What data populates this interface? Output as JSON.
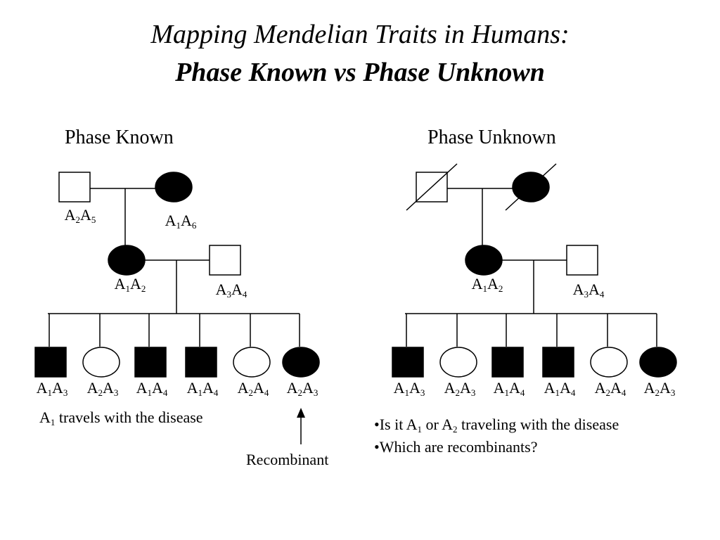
{
  "title": {
    "line1": "Mapping Mendelian Traits in Humans:",
    "line2": "Phase Known vs Phase Unknown"
  },
  "left": {
    "heading": "Phase Known",
    "grandfather": {
      "sex": "male",
      "affected": false,
      "deceased": false,
      "a": "2",
      "b": "5"
    },
    "grandmother": {
      "sex": "female",
      "affected": true,
      "deceased": false,
      "a": "1",
      "b": "6"
    },
    "mother": {
      "sex": "female",
      "affected": true,
      "a": "1",
      "b": "2"
    },
    "father": {
      "sex": "male",
      "affected": false,
      "a": "3",
      "b": "4"
    },
    "children": [
      {
        "sex": "male",
        "affected": true,
        "a": "1",
        "b": "3"
      },
      {
        "sex": "female",
        "affected": false,
        "a": "2",
        "b": "3"
      },
      {
        "sex": "male",
        "affected": true,
        "a": "1",
        "b": "4"
      },
      {
        "sex": "male",
        "affected": true,
        "a": "1",
        "b": "4"
      },
      {
        "sex": "female",
        "affected": false,
        "a": "2",
        "b": "4"
      },
      {
        "sex": "female",
        "affected": true,
        "a": "2",
        "b": "3"
      }
    ],
    "note_prefix": "A",
    "note_sub": "1",
    "note_rest": " travels with the disease",
    "recombinant_label": "Recombinant"
  },
  "right": {
    "heading": "Phase Unknown",
    "grandfather": {
      "sex": "male",
      "affected": false,
      "deceased": true
    },
    "grandmother": {
      "sex": "female",
      "affected": true,
      "deceased": true
    },
    "mother": {
      "sex": "female",
      "affected": true,
      "a": "1",
      "b": "2"
    },
    "father": {
      "sex": "male",
      "affected": false,
      "a": "3",
      "b": "4"
    },
    "children": [
      {
        "sex": "male",
        "affected": true,
        "a": "1",
        "b": "3"
      },
      {
        "sex": "female",
        "affected": false,
        "a": "2",
        "b": "3"
      },
      {
        "sex": "male",
        "affected": true,
        "a": "1",
        "b": "4"
      },
      {
        "sex": "male",
        "affected": true,
        "a": "1",
        "b": "4"
      },
      {
        "sex": "female",
        "affected": false,
        "a": "2",
        "b": "4"
      },
      {
        "sex": "female",
        "affected": true,
        "a": "2",
        "b": "3"
      }
    ],
    "bullets": [
      {
        "t1": "•Is it A",
        "s1": "1",
        "t2": " or A",
        "s2": "2",
        "t3": " traveling with the disease"
      },
      {
        "t1": "•Which are recombinants?"
      }
    ]
  },
  "allele_letter": "A",
  "colors": {
    "affected": "#000000",
    "unaffected": "#ffffff",
    "line": "#000000"
  }
}
